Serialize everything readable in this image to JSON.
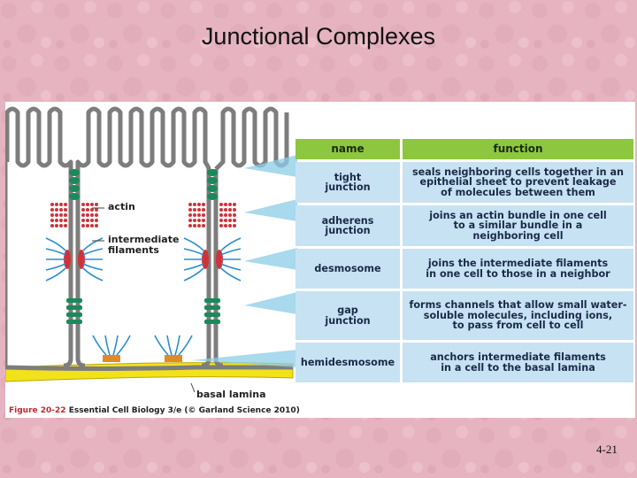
{
  "slide": {
    "title": "Junctional Complexes",
    "page_number": "4-21"
  },
  "diagram": {
    "labels": {
      "actin": "actin",
      "intermediate_filaments": "intermediate\nfilaments",
      "basal_lamina": "basal lamina"
    },
    "colors": {
      "membrane": "#7d7d7d",
      "tight_junction": "#1a8a5a",
      "actin": "#d0323a",
      "intermediate_filament": "#2a8fd0",
      "desmosome_plaque": "#d0323a",
      "gap_junction": "#1a8a5a",
      "hemidesmosome": "#e08a2a",
      "basal_lamina": "#f2e21a",
      "pointer": "#8ccde8"
    }
  },
  "table": {
    "headers": {
      "name": "name",
      "function": "function"
    },
    "rows": [
      {
        "name": "tight\njunction",
        "function": "seals neighboring cells together in an\nepithelial sheet to prevent leakage\nof molecules between them"
      },
      {
        "name": "adherens\njunction",
        "function": "joins an actin bundle in one cell\nto a similar bundle in a\nneighboring cell"
      },
      {
        "name": "desmosome",
        "function": "joins the intermediate filaments\nin one cell to those in a neighbor"
      },
      {
        "name": "gap\njunction",
        "function": "forms channels that allow small water-\nsoluble molecules, including ions,\nto pass from cell to cell"
      },
      {
        "name": "hemidesmosome",
        "function": "anchors intermediate filaments\nin a cell to the basal lamina"
      }
    ]
  },
  "caption": {
    "figure": "Figure 20-22",
    "text": "Essential Cell Biology 3/e (© Garland Science 2010)"
  }
}
